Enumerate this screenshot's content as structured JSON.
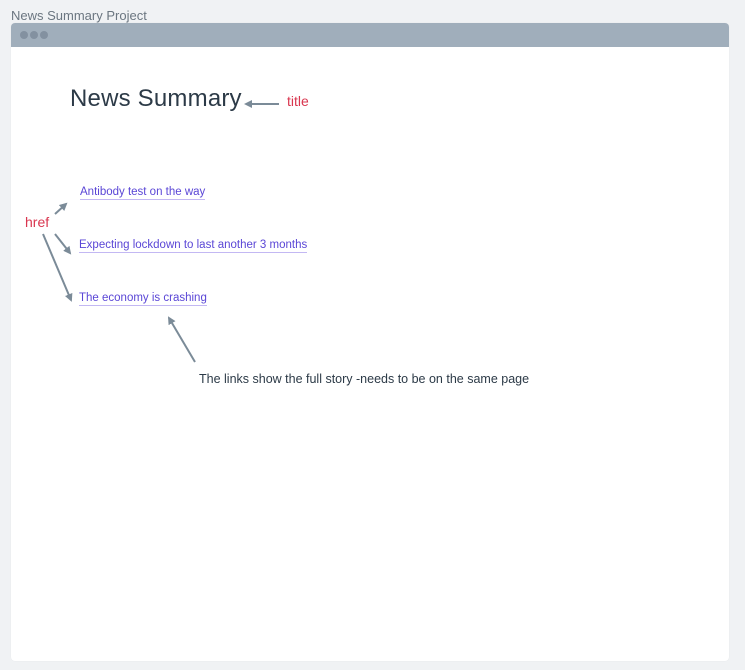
{
  "project": {
    "title": "News Summary Project"
  },
  "page": {
    "heading": "News Summary",
    "links": [
      {
        "text": "Antibody test on the way"
      },
      {
        "text": "Expecting lockdown to last another 3 months"
      },
      {
        "text": "The economy is crashing"
      }
    ]
  },
  "annotations": {
    "title_label": "title",
    "href_label": "href",
    "note": "The links show the full story -needs to be on the same page"
  },
  "colors": {
    "annotation": "#d9364f",
    "link": "#5a46d6",
    "arrow": "#7b8b98",
    "window_bar": "#a0aebb"
  }
}
